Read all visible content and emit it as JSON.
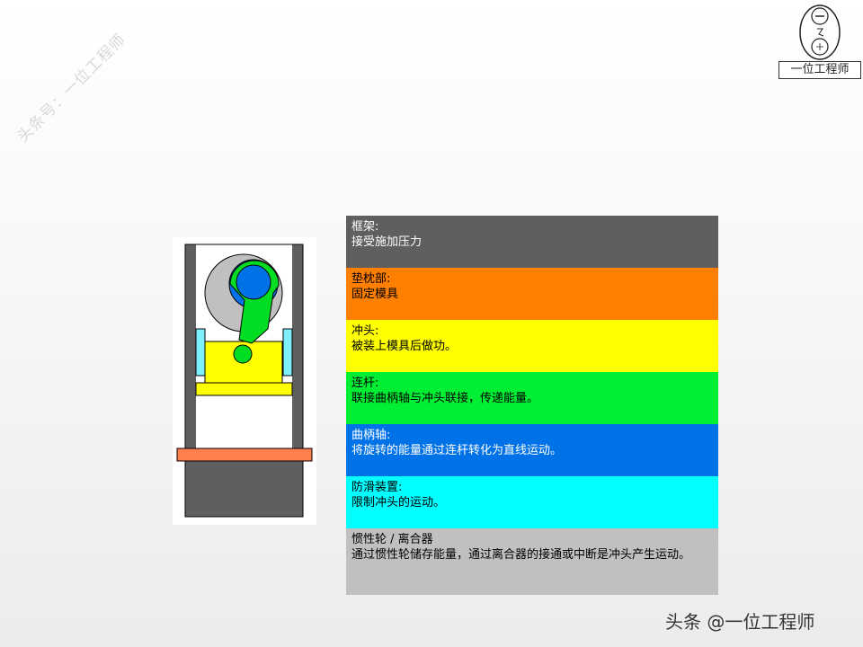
{
  "watermark": {
    "text": "头条号：一位工程师"
  },
  "logo": {
    "caption": "一位工程师"
  },
  "legend": {
    "items": [
      {
        "title": "框架:",
        "desc": "接受施加压力",
        "color": "#5f5f5f",
        "text_color": "#ffffff"
      },
      {
        "title": "垫枕部:",
        "desc": "固定模具",
        "color": "#ff7f00",
        "text_color": "#000000"
      },
      {
        "title": "冲头:",
        "desc": "被装上模具后做功。",
        "color": "#ffff00",
        "text_color": "#000000"
      },
      {
        "title": "连杆:",
        "desc": "联接曲柄轴与冲头联接，传递能量。",
        "color": "#00ee33",
        "text_color": "#000000"
      },
      {
        "title": "曲柄轴:",
        "desc": "将旋转的能量通过连杆转化为直线运动。",
        "color": "#0072e8",
        "text_color": "#ffffff"
      },
      {
        "title": "防滑装置:",
        "desc": "限制冲头的运动。",
        "color": "#00ffff",
        "text_color": "#000000"
      },
      {
        "title": "惯性轮 / 离合器",
        "desc": "通过惯性轮储存能量，通过离合器的接通或中断是冲头产生运动。",
        "color": "#c0c0c0",
        "text_color": "#000000"
      }
    ]
  },
  "footer": {
    "brand": "头条 @一位工程师"
  }
}
